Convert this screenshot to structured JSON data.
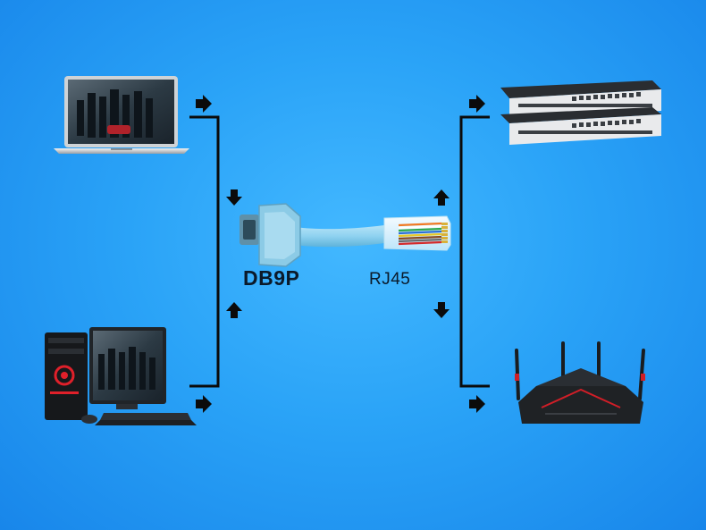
{
  "diagram": {
    "connector_left_label": "DB9P",
    "connector_right_label": "RJ45",
    "devices": [
      {
        "name": "laptop"
      },
      {
        "name": "desktop-computer"
      },
      {
        "name": "network-switch"
      },
      {
        "name": "wifi-router"
      }
    ],
    "colors": {
      "background": "#2aa3f7",
      "cable": "#8fd2f0",
      "line": "#0b0b0b"
    }
  }
}
